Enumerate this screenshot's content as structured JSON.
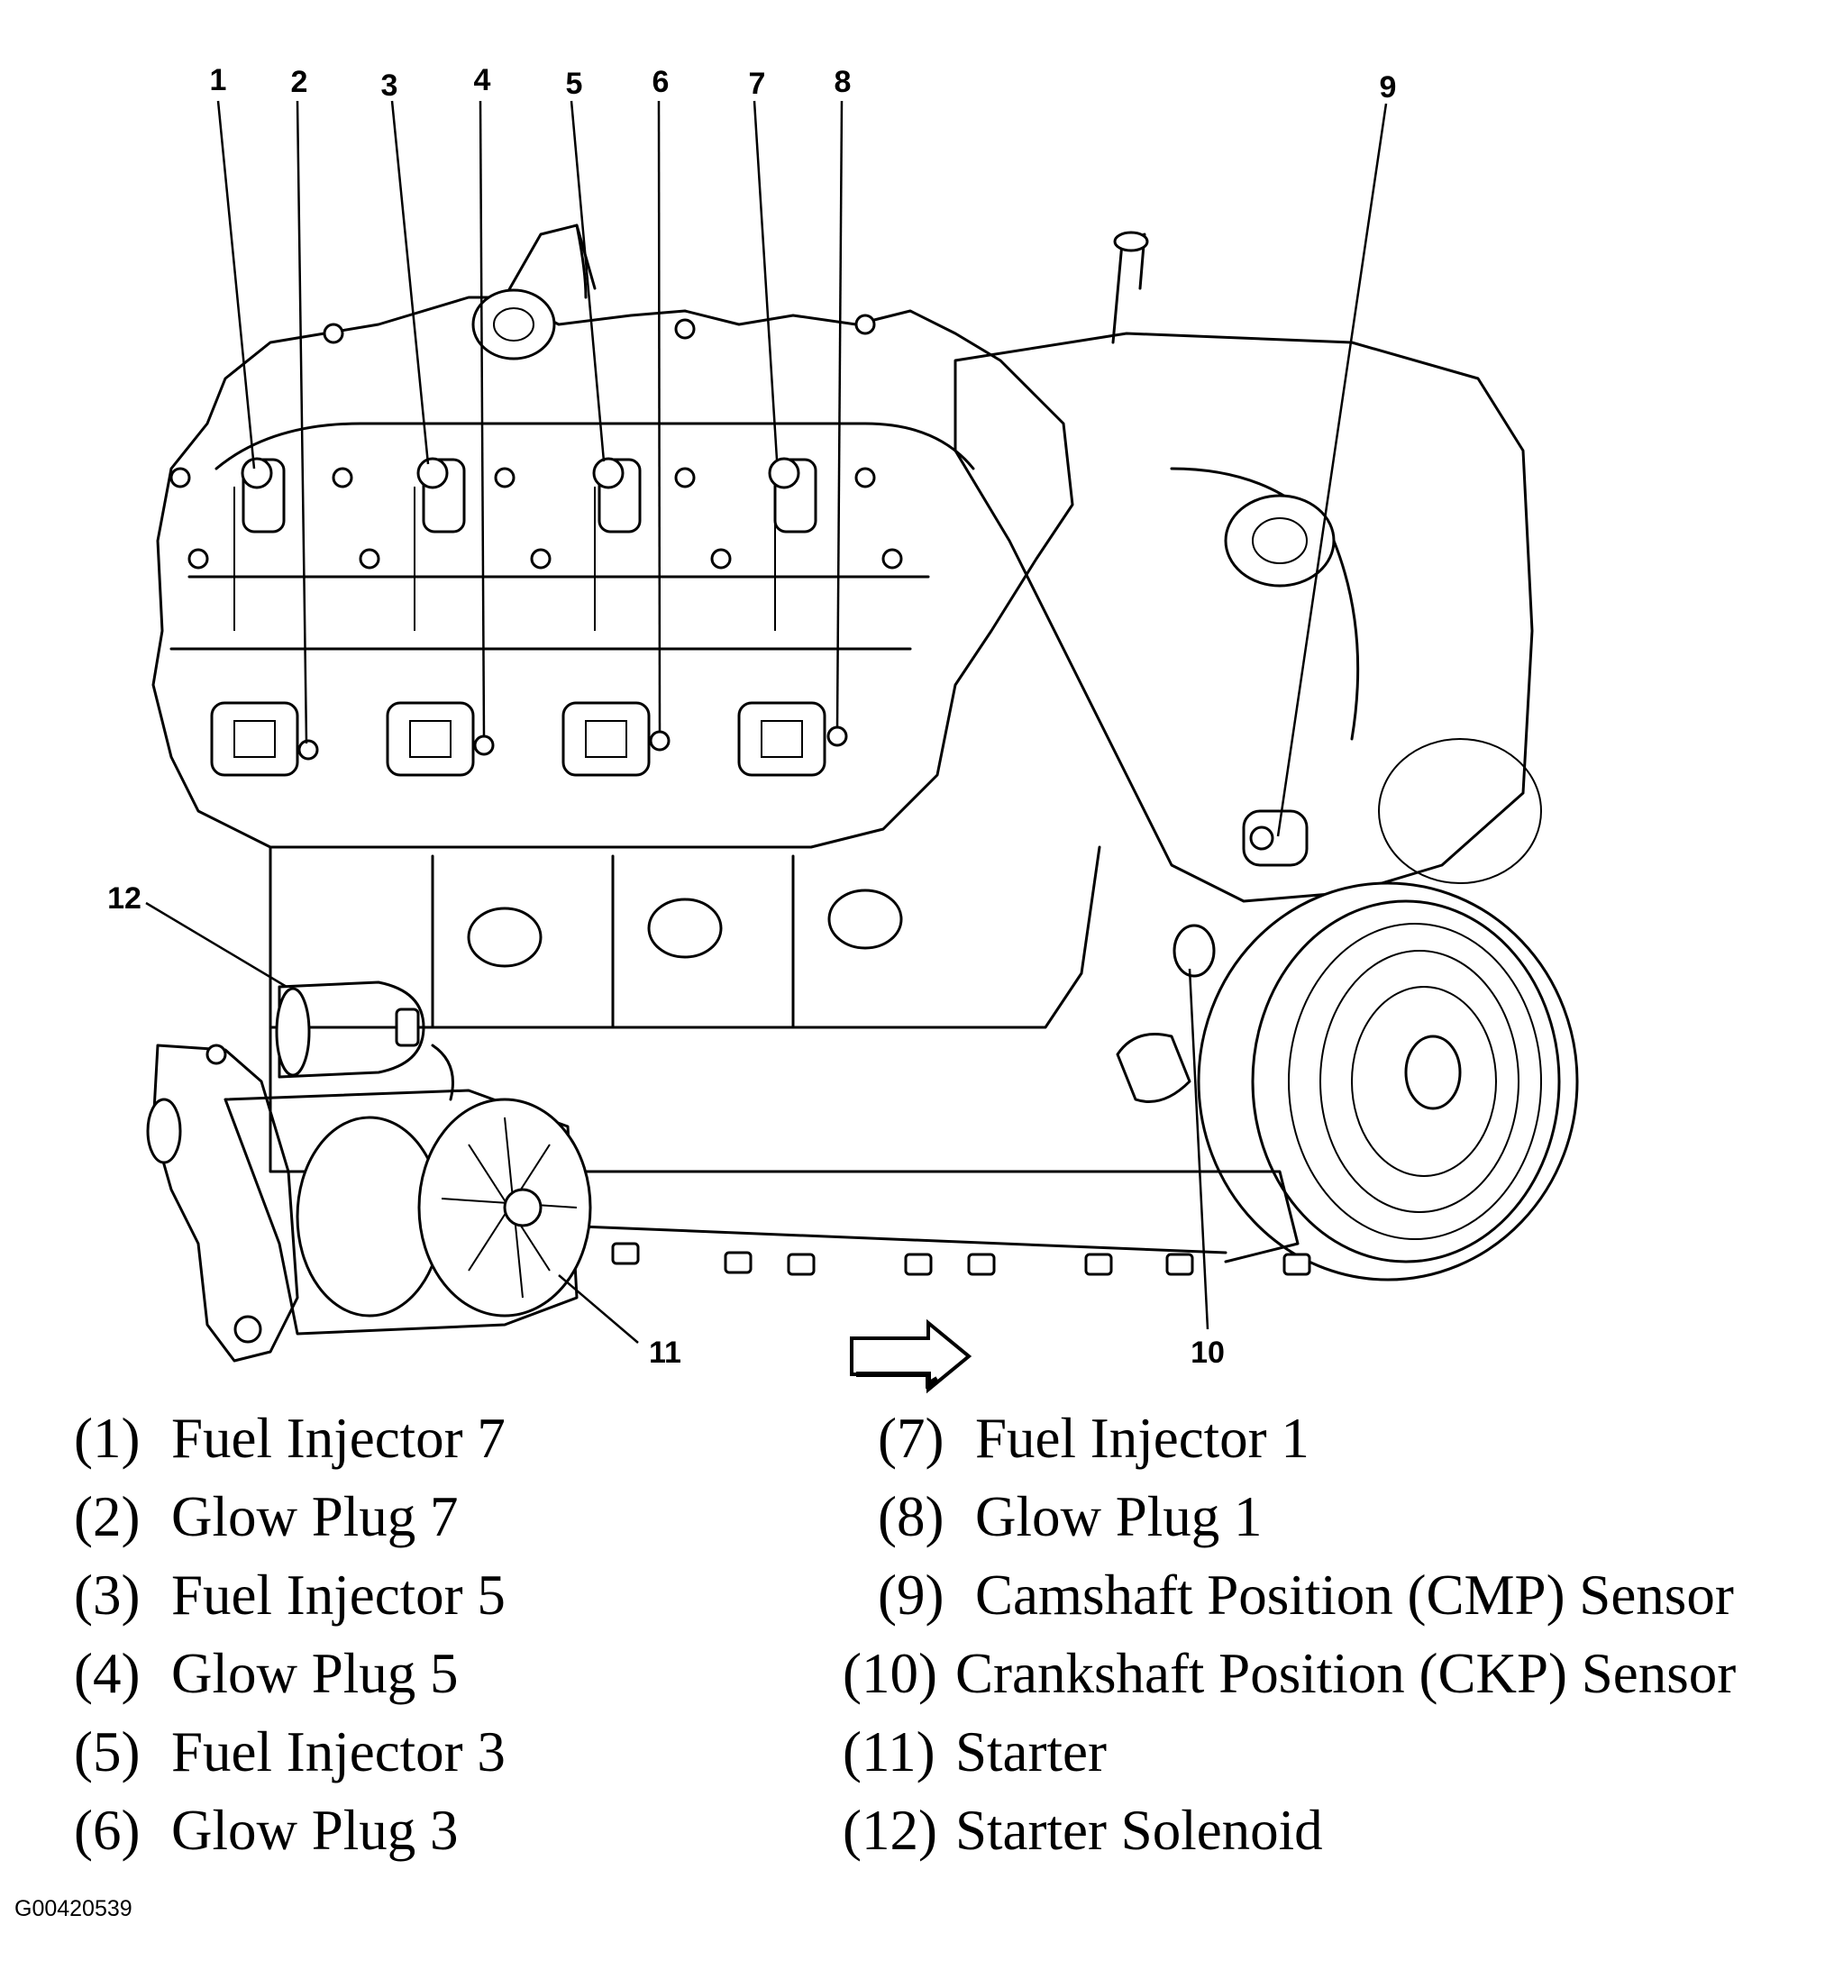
{
  "callouts": [
    {
      "num": "1"
    },
    {
      "num": "2"
    },
    {
      "num": "3"
    },
    {
      "num": "4"
    },
    {
      "num": "5"
    },
    {
      "num": "6"
    },
    {
      "num": "7"
    },
    {
      "num": "8"
    },
    {
      "num": "9"
    },
    {
      "num": "10"
    },
    {
      "num": "11"
    },
    {
      "num": "12"
    }
  ],
  "legend": {
    "left": [
      {
        "num": "(1)",
        "label": "Fuel Injector 7"
      },
      {
        "num": "(2)",
        "label": "Glow Plug 7"
      },
      {
        "num": "(3)",
        "label": "Fuel Injector 5"
      },
      {
        "num": "(4)",
        "label": "Glow Plug 5"
      },
      {
        "num": "(5)",
        "label": "Fuel Injector 3"
      },
      {
        "num": "(6)",
        "label": "Glow Plug 3"
      }
    ],
    "right": [
      {
        "num": "(7)",
        "label": "Fuel Injector 1"
      },
      {
        "num": "(8)",
        "label": "Glow Plug 1"
      },
      {
        "num": "(9)",
        "label": "Camshaft Position (CMP) Sensor"
      },
      {
        "num": "(10)",
        "label": "Crankshaft Position (CKP) Sensor"
      },
      {
        "num": "(11)",
        "label": "Starter"
      },
      {
        "num": "(12)",
        "label": "Starter Solenoid"
      }
    ]
  },
  "figure_id": "G00420539",
  "icons": {
    "direction_arrow": "front-direction-arrow-icon"
  }
}
